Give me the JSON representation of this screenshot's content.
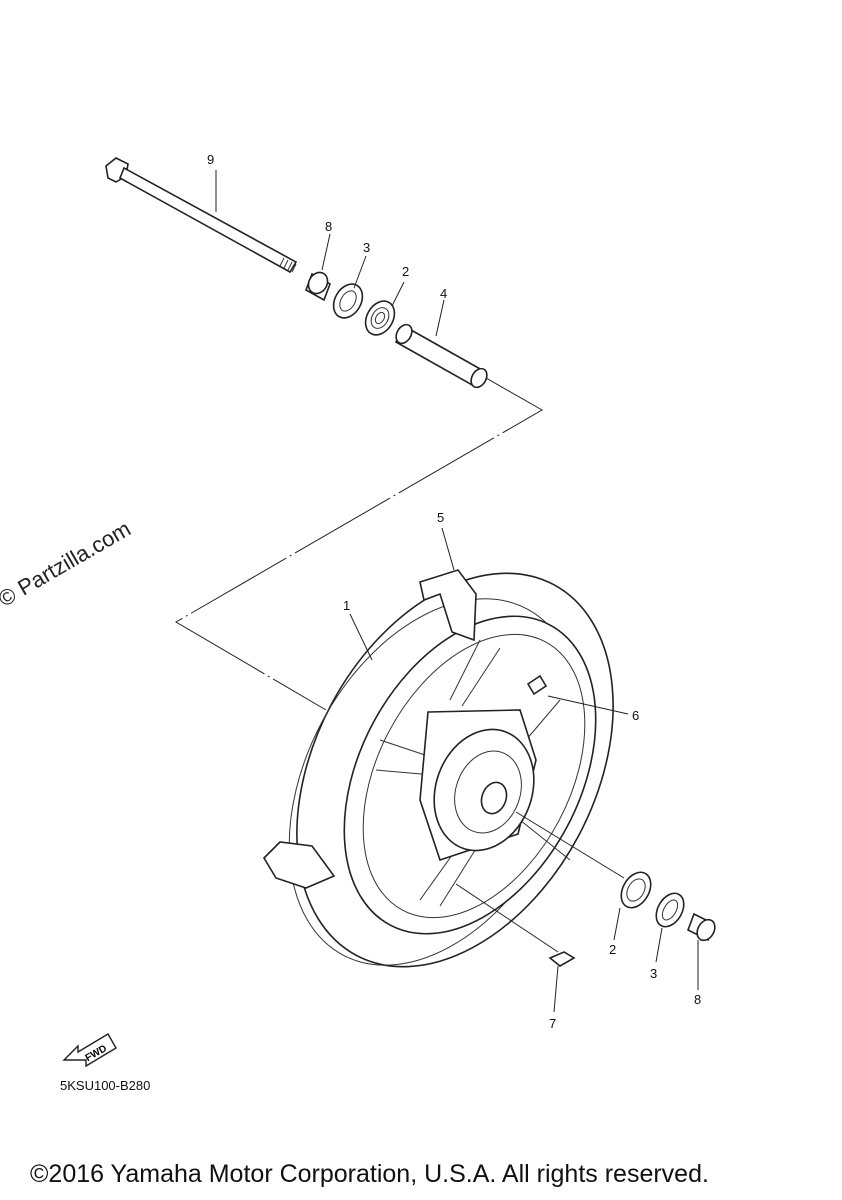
{
  "watermark": "© Partzilla.com",
  "diagram_code": "5KSU100-B280",
  "copyright": "©2016 Yamaha Motor Corporation, U.S.A. All rights reserved.",
  "fwd_label": "FWD",
  "callouts": [
    {
      "id": "callout-9-top",
      "text": "9"
    },
    {
      "id": "callout-8-top",
      "text": "8"
    },
    {
      "id": "callout-3-top",
      "text": "3"
    },
    {
      "id": "callout-2-top",
      "text": "2"
    },
    {
      "id": "callout-4",
      "text": "4"
    },
    {
      "id": "callout-5",
      "text": "5"
    },
    {
      "id": "callout-1",
      "text": "1"
    },
    {
      "id": "callout-6",
      "text": "6"
    },
    {
      "id": "callout-2-bottom",
      "text": "2"
    },
    {
      "id": "callout-3-bottom",
      "text": "3"
    },
    {
      "id": "callout-8-bottom",
      "text": "8"
    },
    {
      "id": "callout-7",
      "text": "7"
    }
  ]
}
